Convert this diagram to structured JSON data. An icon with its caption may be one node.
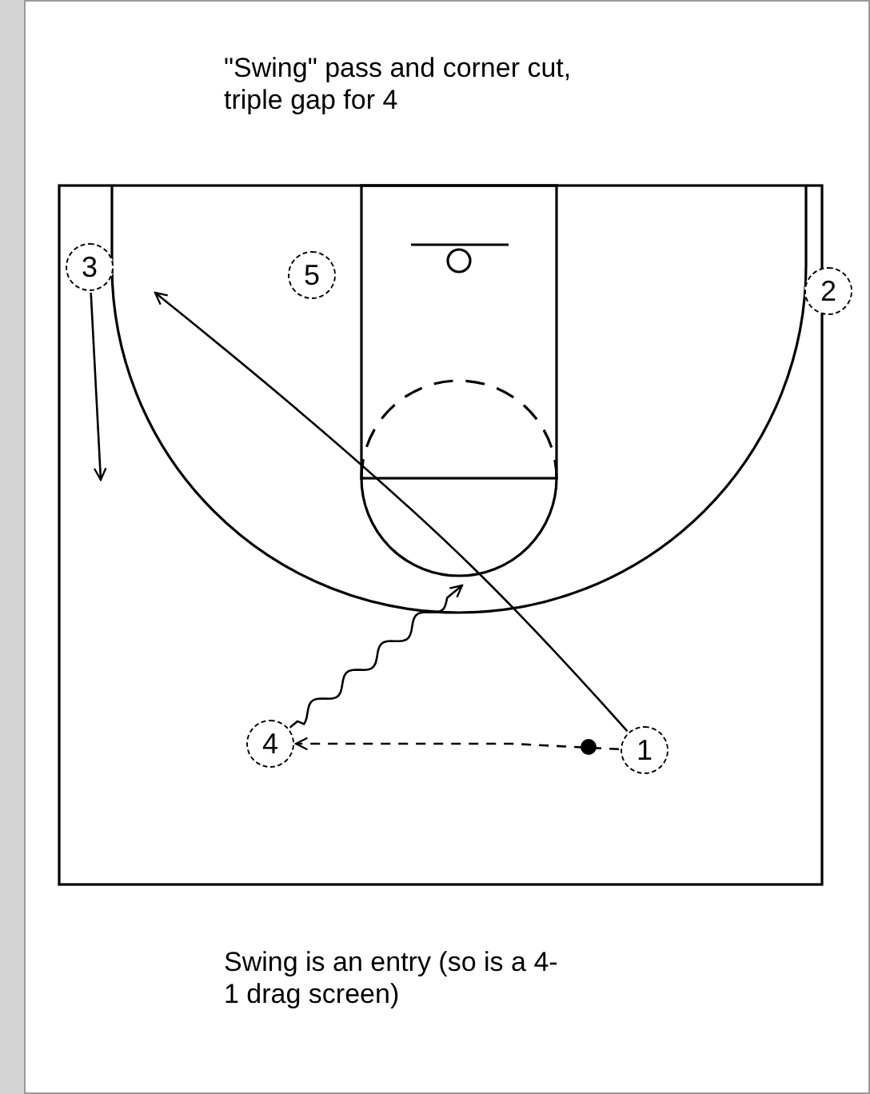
{
  "diagram": {
    "title": "\"Swing\" pass and corner cut, triple gap for 4",
    "caption": "Swing is an entry (so is a 4-1 drag screen)",
    "nodes": [
      {
        "text": [
          "3"
        ]
      },
      {
        "text": [
          "5"
        ]
      },
      {
        "text": [
          "2"
        ]
      },
      {
        "text": [
          "4"
        ]
      },
      {
        "text": [
          "1"
        ]
      }
    ],
    "edges": [
      {
        "from": 4,
        "to": null,
        "arrow": "to"
      },
      {
        "from": 0,
        "to": null,
        "arrow": "to"
      },
      {
        "from": 3,
        "to": null,
        "arrow": "to"
      },
      {
        "from": 4,
        "to": 3,
        "arrow": "to",
        "style": "dashed"
      }
    ]
  }
}
